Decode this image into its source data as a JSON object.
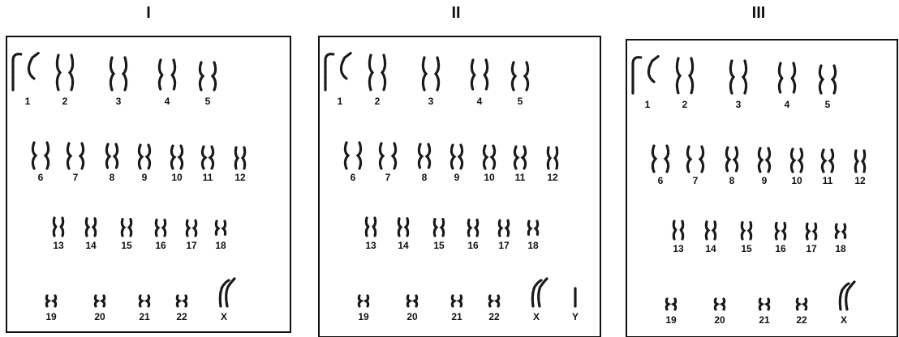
{
  "panels": [
    {
      "title": "I",
      "chromosomes": [
        "1",
        "2",
        "3",
        "4",
        "5",
        "6",
        "7",
        "8",
        "9",
        "10",
        "11",
        "12",
        "13",
        "14",
        "15",
        "16",
        "17",
        "18",
        "19",
        "20",
        "21",
        "22",
        "X"
      ]
    },
    {
      "title": "II",
      "chromosomes": [
        "1",
        "2",
        "3",
        "4",
        "5",
        "6",
        "7",
        "8",
        "9",
        "10",
        "11",
        "12",
        "13",
        "14",
        "15",
        "16",
        "17",
        "18",
        "19",
        "20",
        "21",
        "22",
        "X",
        "Y"
      ]
    },
    {
      "title": "III",
      "chromosomes": [
        "1",
        "2",
        "3",
        "4",
        "5",
        "6",
        "7",
        "8",
        "9",
        "10",
        "11",
        "12",
        "13",
        "14",
        "15",
        "16",
        "17",
        "18",
        "19",
        "20",
        "21",
        "22",
        "X"
      ]
    }
  ]
}
